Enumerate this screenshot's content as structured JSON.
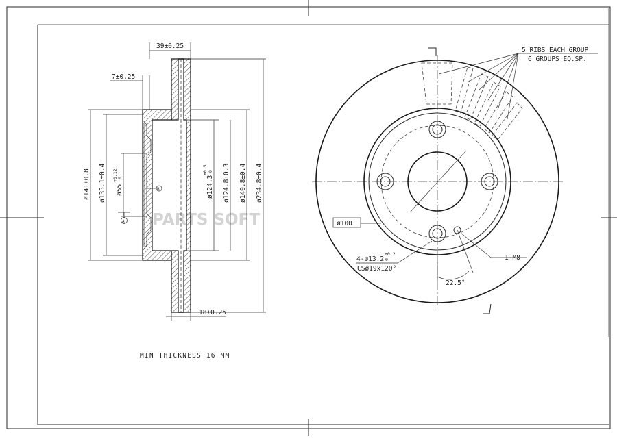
{
  "watermark": "PARTS SOFT",
  "note": "MIN THICKNESS 16 MM",
  "section_view": {
    "overall_width": "39±0.25",
    "hat_offset": "7±0.25",
    "min_width": "18±0.25",
    "diameters": {
      "d141": "ø141±0.8",
      "d135": "ø135.1±0.4",
      "d55": "ø55",
      "d55_tol": "+0.12",
      "d55_tol_low": "0",
      "d124_3": "ø124.3",
      "d124_3_tol": "+0.5",
      "d124_3_tol_low": "0",
      "d124_8": "ø124.8±0.3",
      "d140_8": "ø140.8±0.4",
      "d234_8": "ø234.8±0.4"
    },
    "datum_a": "A",
    "datum_b": "B"
  },
  "front_view": {
    "ribs_line1": "5 RIBS EACH GROUP",
    "ribs_line2": "6 GROUPS EQ.SP.",
    "pcd": "ø100",
    "holes_main": "4-ø13.2",
    "holes_tol": "+0.2",
    "holes_tol_low": "0",
    "countersink": "CSø19x120°",
    "thread": "1-M8",
    "angle": "22.5°"
  }
}
